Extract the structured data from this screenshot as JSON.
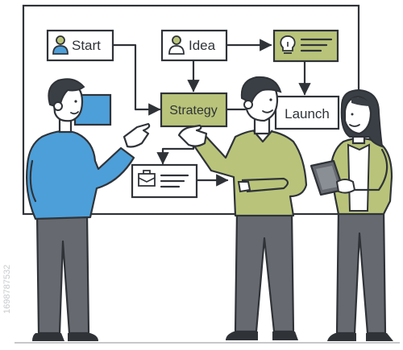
{
  "board": {
    "nodes": {
      "start": "Start",
      "idea": "Idea",
      "strategy": "Strategy",
      "launch": "Launch"
    }
  },
  "colors": {
    "ink": "#2f3338",
    "olive": "#b9c47a",
    "olive_light": "#cfd897",
    "blue": "#4d9fd9",
    "pants": "#666a70",
    "skin": "#ffffff",
    "board_bg": "#ffffff"
  },
  "icons": [
    "person-icon",
    "lightbulb-icon",
    "briefcase-icon",
    "arrow-icon"
  ],
  "watermark": {
    "side_id": "1698787532"
  }
}
